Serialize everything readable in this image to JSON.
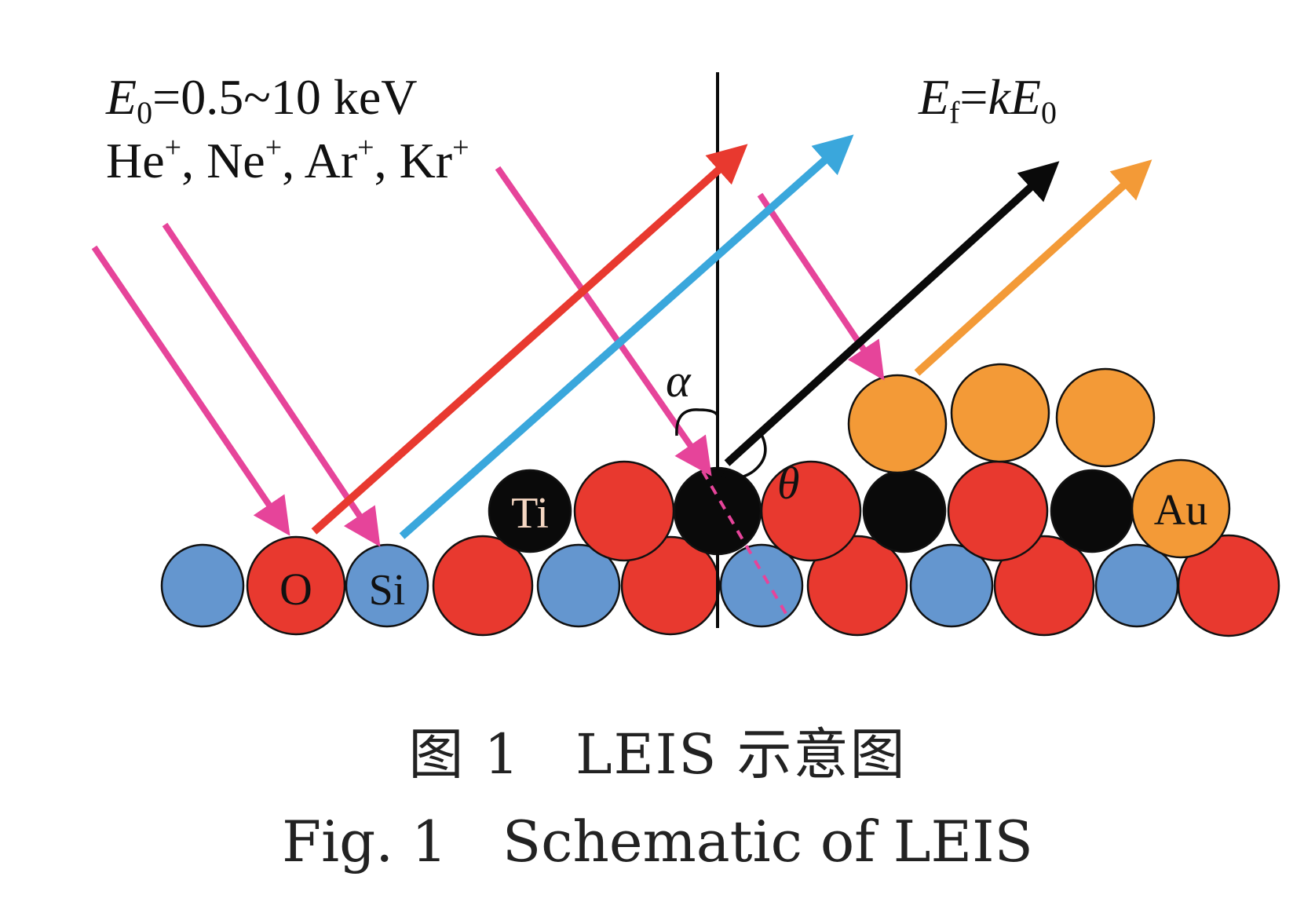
{
  "labels": {
    "e0_symbol": "E",
    "e0_sub": "0",
    "e0_rest": "=0.5~10 keV",
    "ions": [
      {
        "name": "He",
        "sup": "+",
        "sep": ", "
      },
      {
        "name": "Ne",
        "sup": "+",
        "sep": ", "
      },
      {
        "name": "Ar",
        "sup": "+",
        "sep": ", "
      },
      {
        "name": "Kr",
        "sup": "+",
        "sep": ""
      }
    ],
    "ef_symbol": "E",
    "ef_sub": "f",
    "ef_eq": "=",
    "ef_k": "k",
    "ef_e": "E",
    "ef_sub0": "0",
    "alpha": "α",
    "theta": "θ",
    "atom_o": "O",
    "atom_si": "Si",
    "atom_ti": "Ti",
    "atom_au": "Au"
  },
  "caption": {
    "cn_prefix": "图 1",
    "cn_text": "LEIS 示意图",
    "en_prefix": "Fig. 1",
    "en_text": "Schematic of LEIS"
  },
  "colors": {
    "oxygen": "#e8392f",
    "silicon": "#6496cf",
    "titanium": "#0a0a0a",
    "gold": "#f39a37",
    "incident": "#e6449a",
    "scatter_o": "#e8392f",
    "scatter_si": "#3aa7dc",
    "scatter_ti": "#0a0a0a",
    "scatter_au": "#f39a37"
  }
}
